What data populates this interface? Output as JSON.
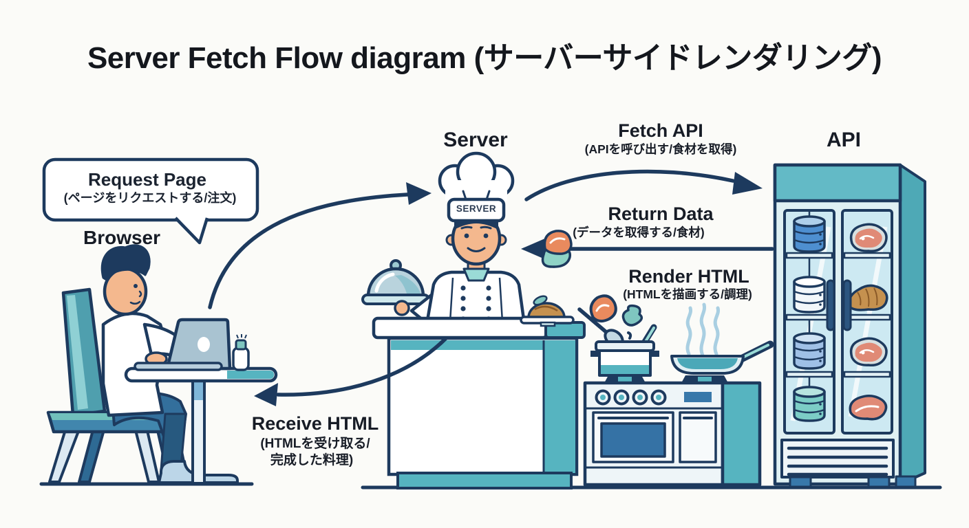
{
  "title": "Server Fetch Flow diagram (サーバーサイドレンダリング)",
  "browser": {
    "label": "Browser",
    "bubble_line1": "Request Page",
    "bubble_line2": "(ページをリクエストする/注文)"
  },
  "server": {
    "label": "Server",
    "hat_text": "SERVER"
  },
  "api": {
    "label": "API"
  },
  "steps": {
    "fetch_api": {
      "label": "Fetch API",
      "sublabel": "(APIを呼び出す/食材を取得)"
    },
    "return_data": {
      "label": "Return Data",
      "sublabel": "(データを取得する/食材)"
    },
    "render_html": {
      "label": "Render HTML",
      "sublabel": "(HTMLを描画する/調理)"
    },
    "receive_html": {
      "label": "Receive HTML",
      "sublabel_line1": "(HTMLを受け取る/",
      "sublabel_line2": "完成した料理)"
    }
  },
  "colors": {
    "background": "#fbfbf8",
    "outline_navy": "#1d3a5e",
    "teal": "#56b4c0",
    "teal_dark": "#4ea9b6",
    "teal_light": "#9adbd6",
    "glass_blue": "#cde9f2",
    "blue": "#3878aa",
    "oven_window_blue": "#3572a5",
    "db_cylinder_blue": "#4e8fd0",
    "skin": "#f4b88e",
    "salmon_orange": "#e98a5e",
    "roast_brown": "#c5914f",
    "meat_pink": "#e08a76",
    "steam_blue": "#a9cfe2",
    "text": "#171c26"
  }
}
